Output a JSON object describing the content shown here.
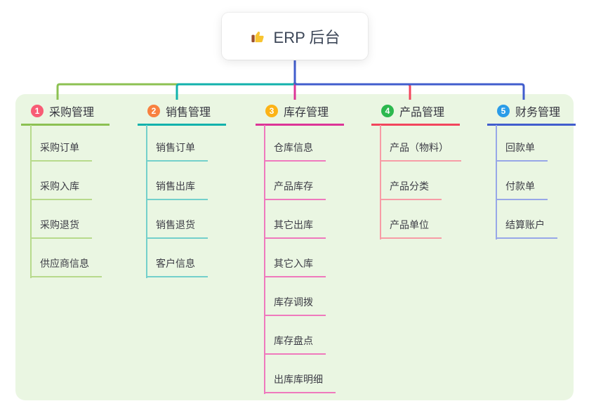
{
  "root": {
    "label": "ERP 后台",
    "icon": "thumbs-up-icon"
  },
  "colors": {
    "panel_background": "#eaf6e2",
    "root_stem": "#415dcd",
    "card_background": "#ffffff",
    "text": "#35353f"
  },
  "branches": [
    {
      "num": "1",
      "label": "采购管理",
      "color": "#8cc152",
      "child_color": "#b7da8c",
      "badge_color": "#f85c75",
      "children": [
        "采购订单",
        "采购入库",
        "采购退货",
        "供应商信息"
      ]
    },
    {
      "num": "2",
      "label": "销售管理",
      "color": "#12b2ac",
      "child_color": "#74d0cb",
      "badge_color": "#f8813f",
      "children": [
        "销售订单",
        "销售出库",
        "销售退货",
        "客户信息"
      ]
    },
    {
      "num": "3",
      "label": "库存管理",
      "color": "#dc3597",
      "child_color": "#ef79bd",
      "badge_color": "#fcb316",
      "children": [
        "仓库信息",
        "产品库存",
        "其它出库",
        "其它入库",
        "库存调拨",
        "库存盘点",
        "出库库明细"
      ]
    },
    {
      "num": "4",
      "label": "产品管理",
      "color": "#f2455c",
      "child_color": "#f79ca6",
      "badge_color": "#2cb84e",
      "children": [
        "产品（物料）",
        "产品分类",
        "产品单位"
      ]
    },
    {
      "num": "5",
      "label": "财务管理",
      "color": "#415dcd",
      "child_color": "#97a7e8",
      "badge_color": "#2a9ce8",
      "children": [
        "回款单",
        "付款单",
        "结算账户"
      ]
    }
  ]
}
